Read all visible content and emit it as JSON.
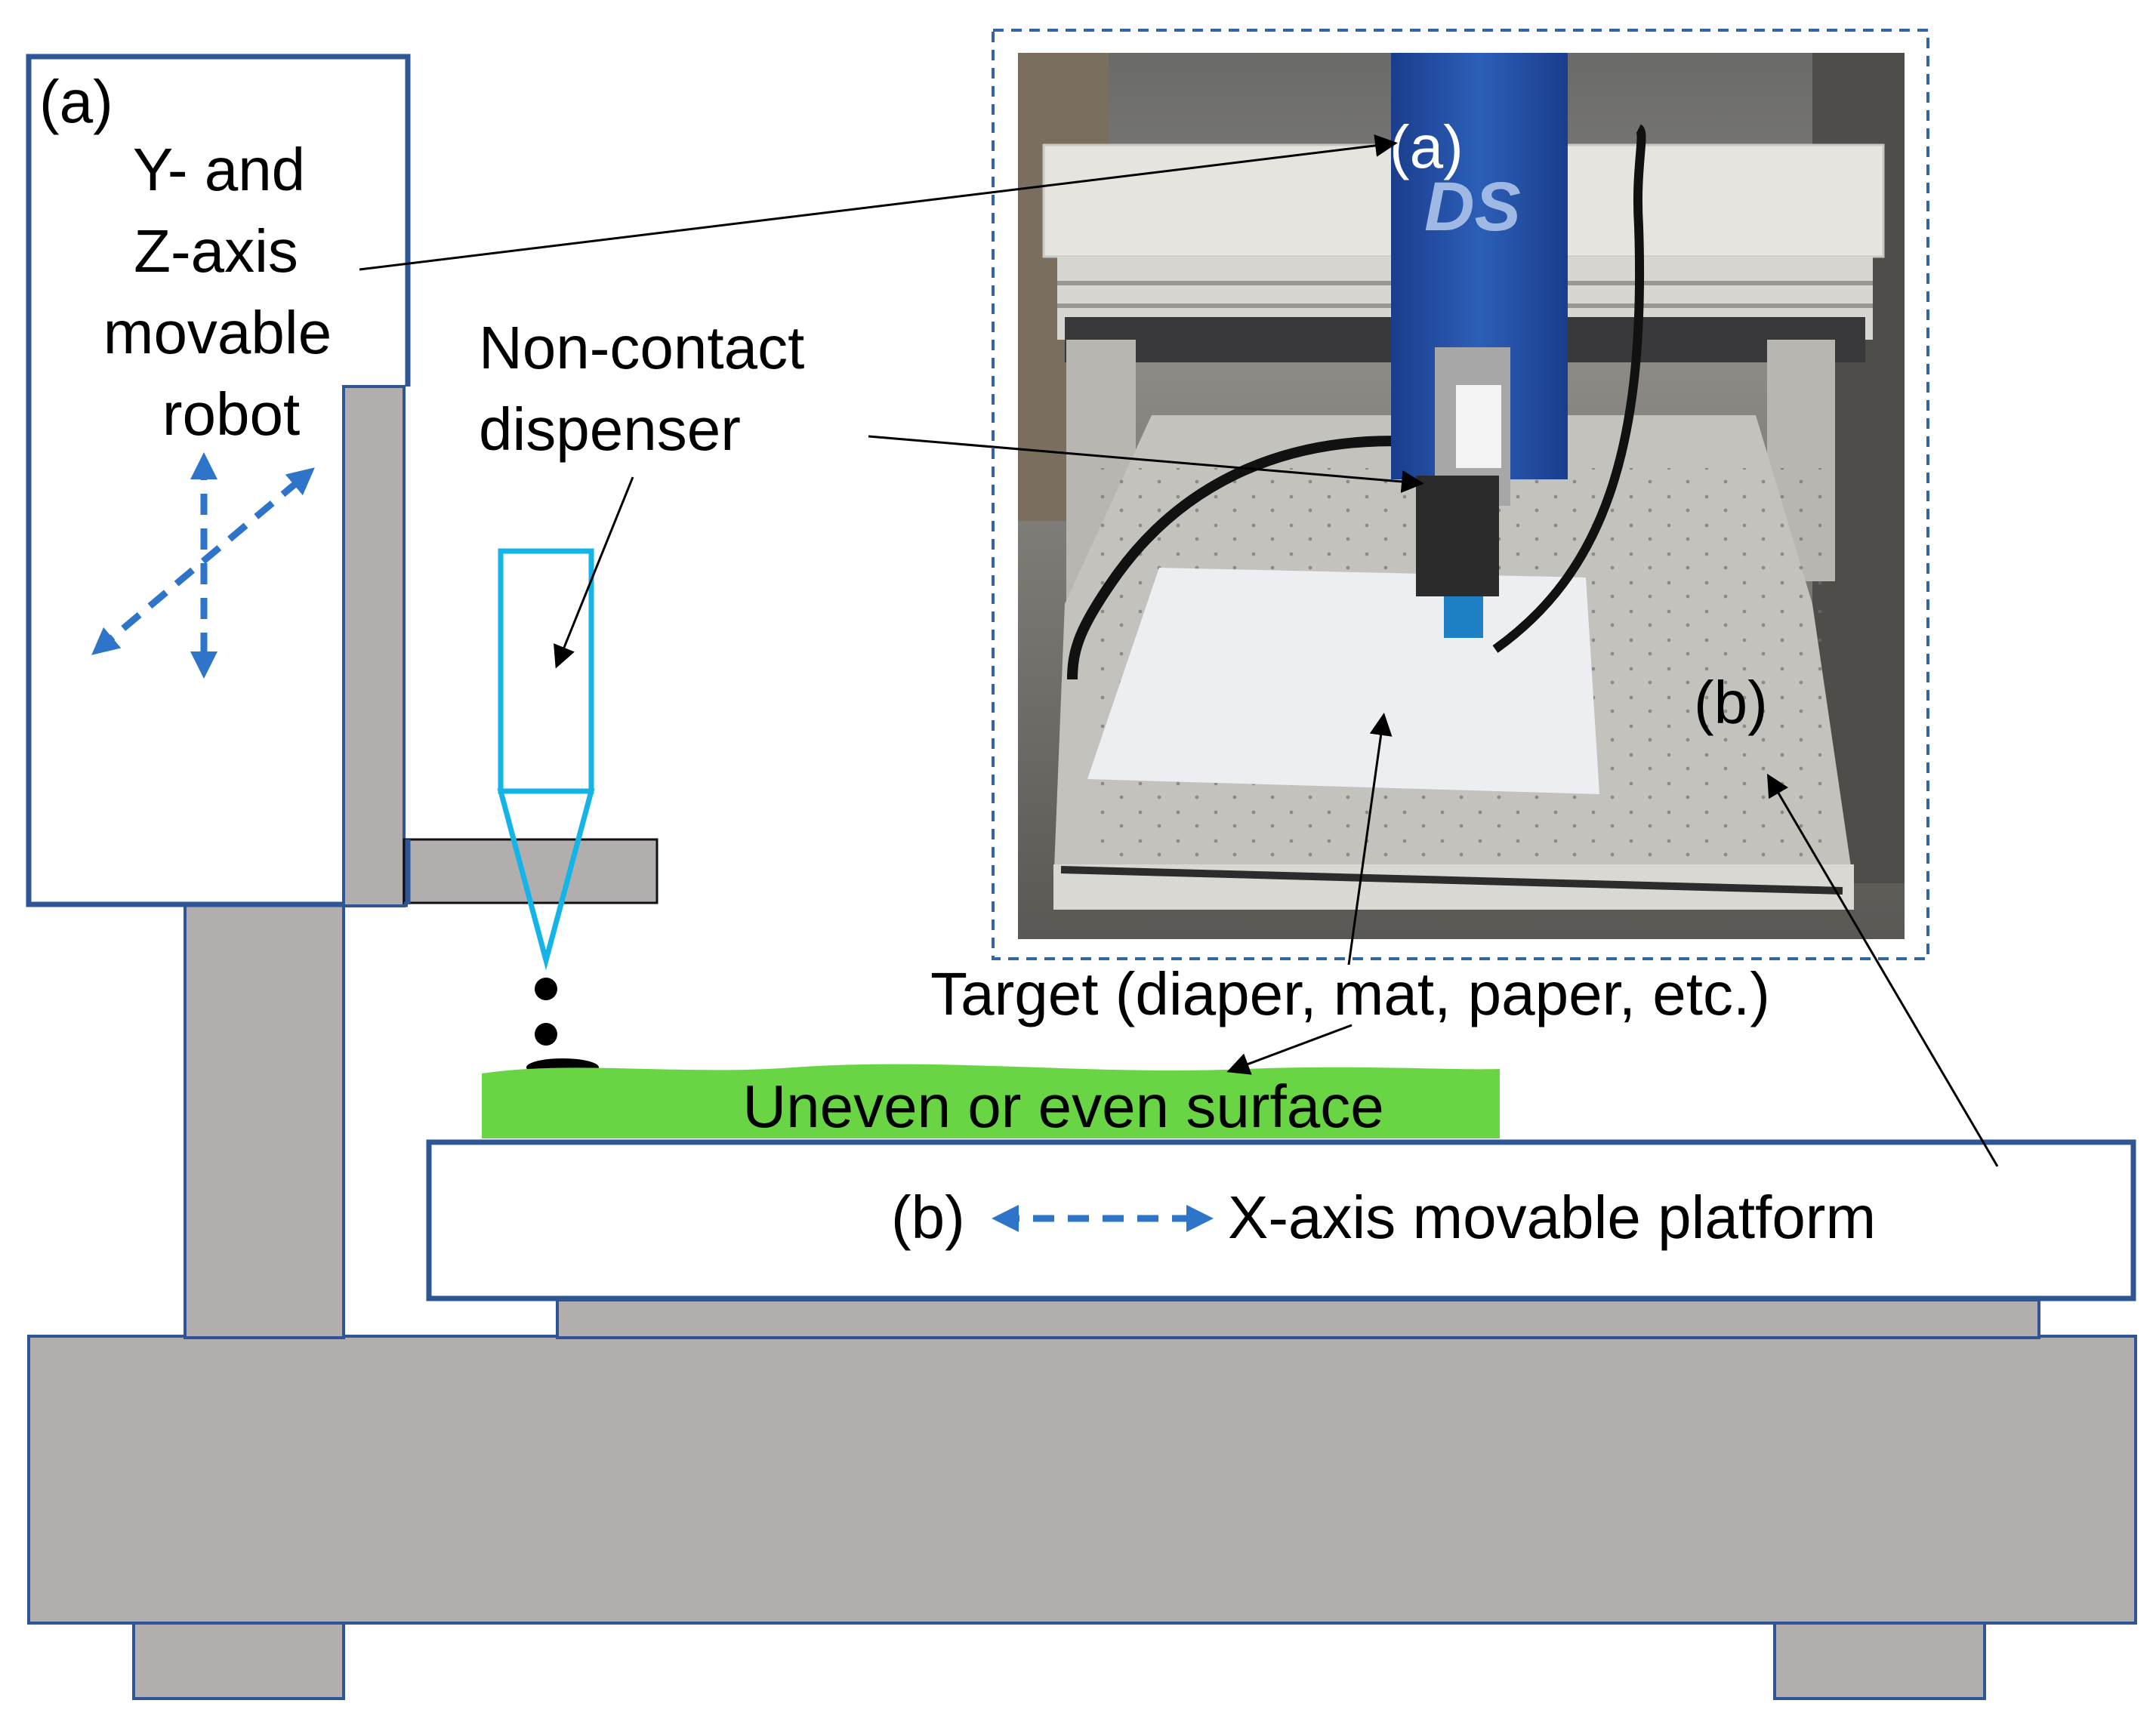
{
  "colors": {
    "frame_gray": "#b2aeae",
    "frame_stroke": "#2f5597",
    "robot_border": "#2e5596",
    "arrow_blue": "#2e74c8",
    "nozzle_cyan": "#14b4e9",
    "surface_green": "#6ad544",
    "photo_border": "#3464a6"
  },
  "robot": {
    "label_a": "(a)",
    "line1": "Y- and",
    "line2": "Z-axis",
    "line3": "movable",
    "line4": "robot"
  },
  "dispenser": {
    "line1": "Non-contact",
    "line2": "dispenser"
  },
  "target": {
    "label": "Target (diaper, mat, paper, etc.)"
  },
  "surface": {
    "label": "Uneven or even surface"
  },
  "platform": {
    "label_b": "(b)",
    "label": "X-axis movable platform"
  },
  "photo": {
    "label_a": "(a)",
    "label_b": "(b)",
    "head_brand": "DS"
  }
}
